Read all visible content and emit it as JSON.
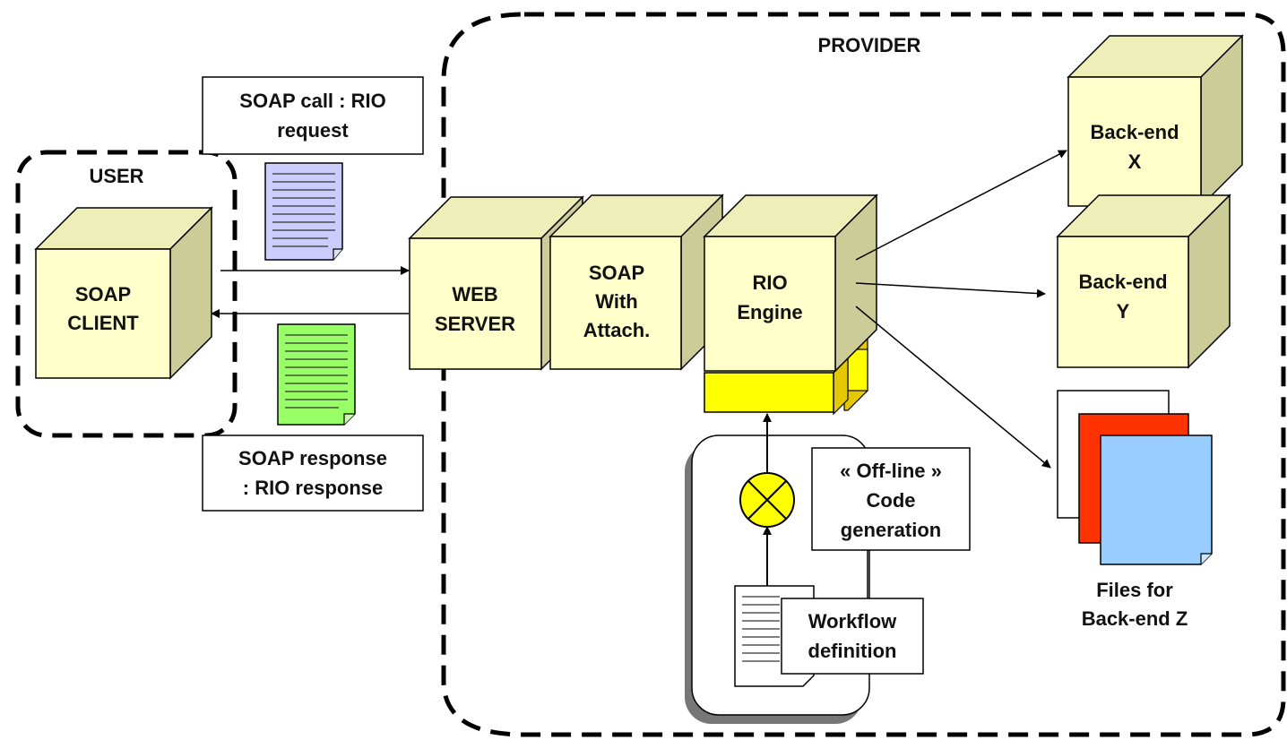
{
  "regions": {
    "provider": "PROVIDER",
    "user": "USER"
  },
  "callouts": {
    "soap_call": [
      "SOAP call : RIO",
      "request"
    ],
    "soap_response": [
      "SOAP response",
      ": RIO response"
    ]
  },
  "components": {
    "soap_client": [
      "SOAP",
      "CLIENT"
    ],
    "web_server": [
      "WEB",
      "SERVER"
    ],
    "soap_attach": [
      "SOAP",
      "With",
      "Attach."
    ],
    "rio_engine": [
      "RIO",
      "Engine"
    ],
    "backend_x": [
      "Back-end",
      "X"
    ],
    "backend_y": [
      "Back-end",
      "Y"
    ]
  },
  "offline": {
    "code_generation": [
      "« Off-line »",
      "Code",
      "generation"
    ],
    "workflow_definition": [
      "Workflow",
      "definition"
    ]
  },
  "files": [
    "Files for",
    "Back-end Z"
  ],
  "colors": {
    "box_front": "#ffffcc",
    "box_top": "#eeeeb8",
    "box_side": "#cccc99",
    "request_doc": "#ccccff",
    "response_doc": "#99ff66",
    "engine_base": "#ffff00",
    "file_red": "#ff3300",
    "file_blue": "#99ccff"
  }
}
